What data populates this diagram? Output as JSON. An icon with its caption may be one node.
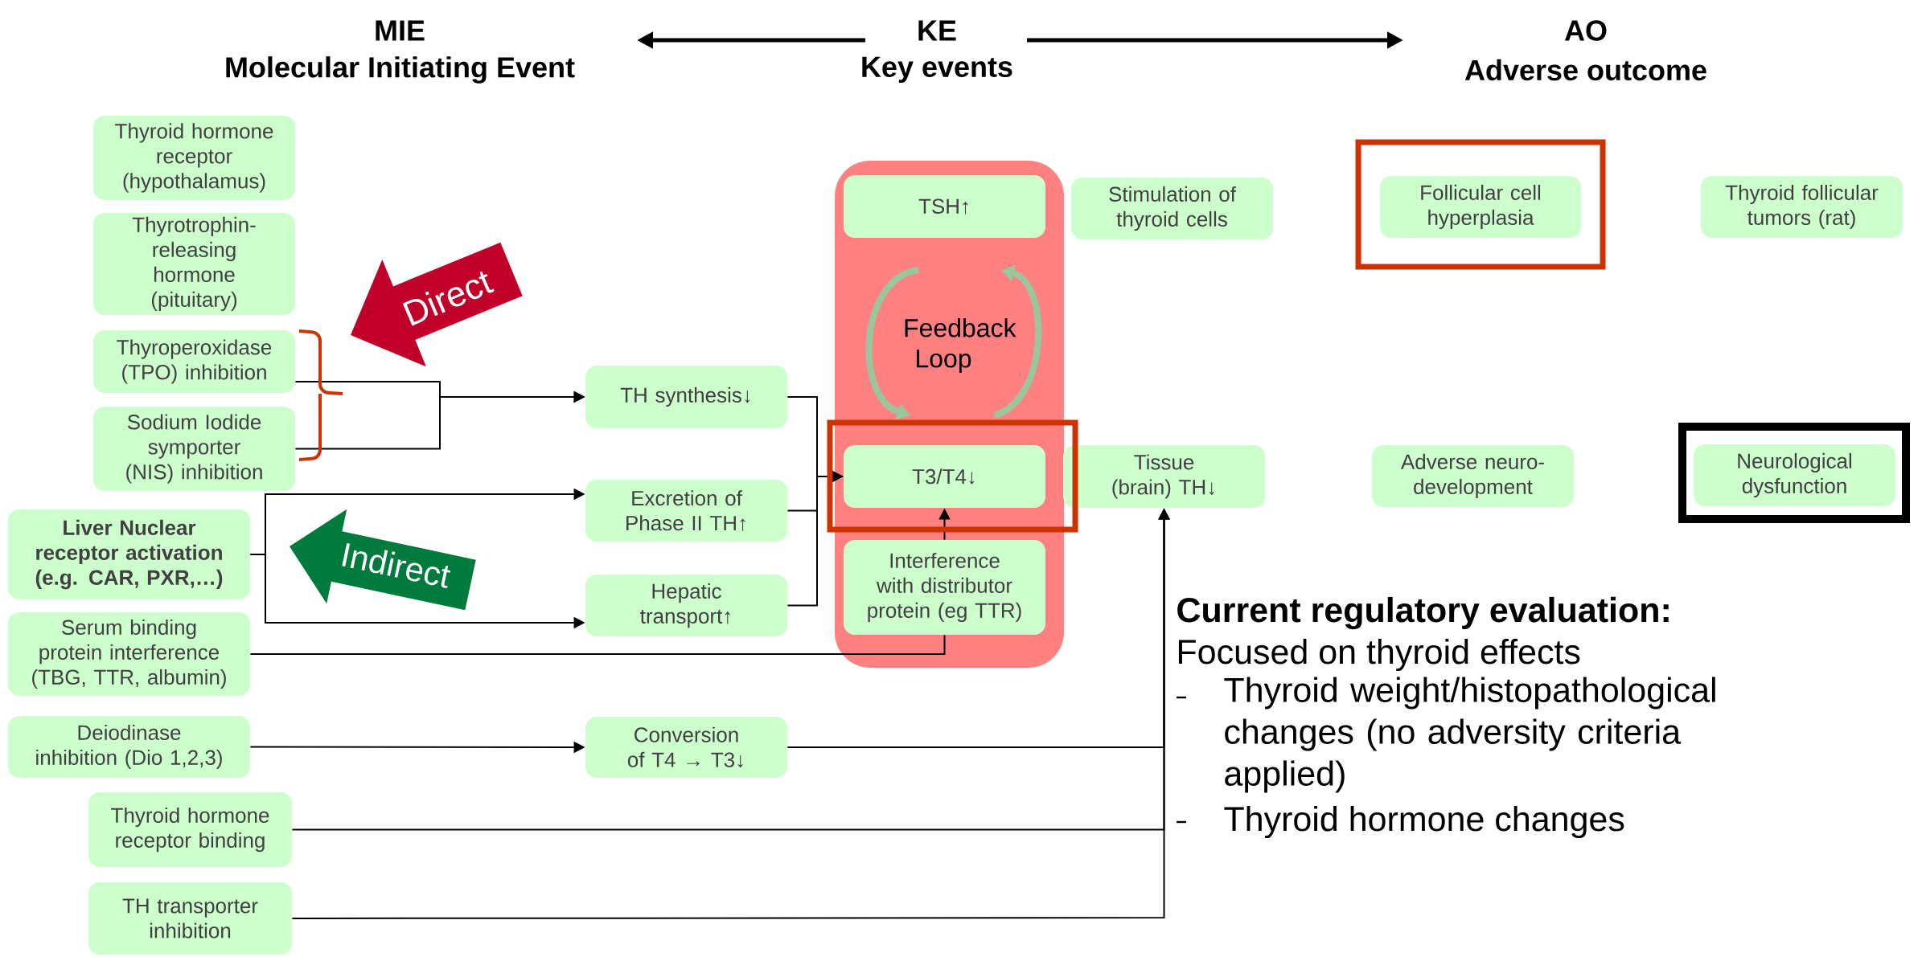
{
  "diagram": {
    "nodes": [
      {
        "text": [
          "Thyroid hormone receptor (hypothalamus)"
        ]
      },
      {
        "text": [
          "Thyrotrophin-releasing hormone (pituitary)"
        ]
      },
      {
        "text": [
          "Thyroperoxidase (TPO) inhibition"
        ]
      },
      {
        "text": [
          "Sodium Iodide symporter (NIS) inhibition"
        ]
      },
      {
        "text": [
          "Liver Nuclear receptor activation (e.g. CAR, PXR,…)"
        ]
      },
      {
        "text": [
          "Serum binding protein interference (TBG, TTR, albumin)"
        ]
      },
      {
        "text": [
          "Deiodinase inhibition (Dio 1,2,3)"
        ]
      },
      {
        "text": [
          "Thyroid hormone receptor binding"
        ]
      },
      {
        "text": [
          "TH transporter inhibition"
        ]
      },
      {
        "text": [
          "Direct"
        ]
      },
      {
        "text": [
          "Indirect"
        ]
      },
      {
        "text": [
          "TH synthesis↓"
        ]
      },
      {
        "text": [
          "Excretion of Phase II TH↑"
        ]
      },
      {
        "text": [
          "Hepatic transport↑"
        ]
      },
      {
        "text": [
          "Conversion of T4 → T3↓"
        ]
      },
      {
        "text": [],
        "shape": "box"
      },
      {
        "text": [
          "TSH↑"
        ],
        "in": 15
      },
      {
        "text": [
          "Feedback Loop"
        ],
        "in": 15
      },
      {
        "text": [
          "T3/T4↓"
        ],
        "in": 15
      },
      {
        "text": [
          "Interference with distributor protein (eg TTR)"
        ],
        "in": 15
      },
      {
        "text": [
          "Stimulation of thyroid cells"
        ]
      },
      {
        "text": [
          "Tissue (brain) TH↓"
        ]
      },
      {
        "text": [
          "Follicular cell hyperplasia"
        ]
      },
      {
        "text": [
          "Thyroid follicular tumors (rat)"
        ]
      },
      {
        "text": [
          "Adverse neuro-development"
        ]
      },
      {
        "text": [
          "Neurological dysfunction"
        ]
      }
    ],
    "edges": [
      {
        "from": 2,
        "to": 11,
        "arrow": "to"
      },
      {
        "from": 3,
        "to": 11,
        "arrow": "to"
      },
      {
        "from": 4,
        "to": 12,
        "arrow": "to"
      },
      {
        "from": 4,
        "to": 13,
        "arrow": "to"
      },
      {
        "from": 11,
        "to": 18,
        "arrow": "to"
      },
      {
        "from": 12,
        "to": 18,
        "arrow": "to"
      },
      {
        "from": 13,
        "to": 18,
        "arrow": "to"
      },
      {
        "from": 19,
        "to": 18,
        "arrow": "to"
      },
      {
        "from": 5,
        "to": 19,
        "arrow": "none"
      },
      {
        "from": 6,
        "to": 14,
        "arrow": "to"
      },
      {
        "from": 14,
        "to": 21,
        "arrow": "to"
      },
      {
        "from": 7,
        "to": 21,
        "arrow": "to"
      },
      {
        "from": 8,
        "to": 21,
        "arrow": "to"
      }
    ],
    "labels": [
      "MIE",
      "Molecular Initiating Event",
      "KE",
      "Key events",
      "AO",
      "Adverse outcome",
      "Current regulatory evaluation:",
      "Focused on thyroid effects",
      "Thyroid weight/histopathological changes (no adversity criteria applied)",
      "Thyroid hormone changes"
    ]
  }
}
